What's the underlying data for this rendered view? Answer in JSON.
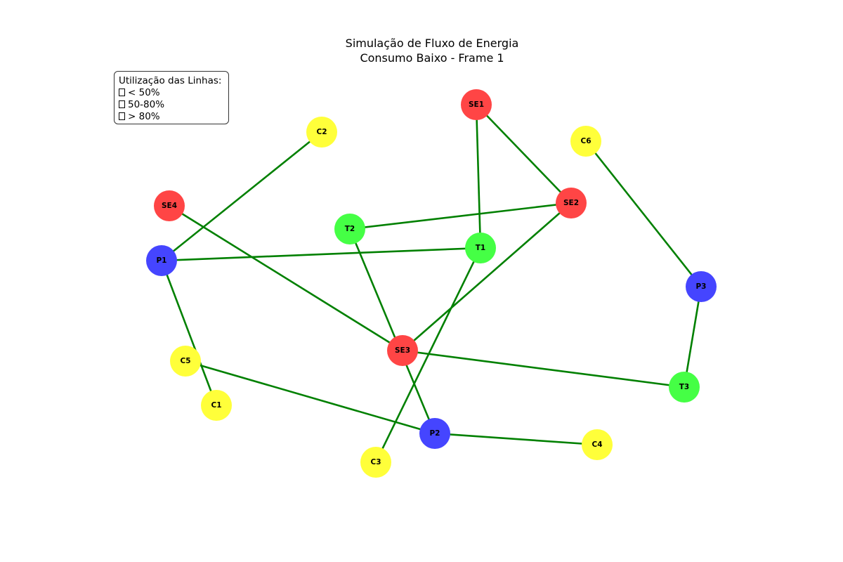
{
  "title": {
    "line1": "Simulação de Fluxo de Energia",
    "line2": "Consumo Baixo - Frame 1"
  },
  "legend": {
    "heading": "Utilização das Linhas:",
    "items": [
      "< 50%",
      "50-80%",
      "> 80%"
    ]
  },
  "colors": {
    "substation": "#ff4545",
    "transformer": "#45ff45",
    "producer": "#4545ff",
    "consumer": "#ffff3a",
    "edge_low": "#008000"
  },
  "nodes": [
    {
      "id": "SE1",
      "type": "substation"
    },
    {
      "id": "SE2",
      "type": "substation"
    },
    {
      "id": "SE3",
      "type": "substation"
    },
    {
      "id": "SE4",
      "type": "substation"
    },
    {
      "id": "T1",
      "type": "transformer"
    },
    {
      "id": "T2",
      "type": "transformer"
    },
    {
      "id": "T3",
      "type": "transformer"
    },
    {
      "id": "P1",
      "type": "producer"
    },
    {
      "id": "P2",
      "type": "producer"
    },
    {
      "id": "P3",
      "type": "producer"
    },
    {
      "id": "C1",
      "type": "consumer"
    },
    {
      "id": "C2",
      "type": "consumer"
    },
    {
      "id": "C3",
      "type": "consumer"
    },
    {
      "id": "C4",
      "type": "consumer"
    },
    {
      "id": "C5",
      "type": "consumer"
    },
    {
      "id": "C6",
      "type": "consumer"
    }
  ],
  "edges": [
    {
      "from": "SE1",
      "to": "T1",
      "load": "< 50%"
    },
    {
      "from": "SE1",
      "to": "SE2",
      "load": "< 50%"
    },
    {
      "from": "SE2",
      "to": "T2",
      "load": "< 50%"
    },
    {
      "from": "SE2",
      "to": "SE3",
      "load": "< 50%"
    },
    {
      "from": "SE4",
      "to": "SE3",
      "load": "< 50%"
    },
    {
      "from": "T2",
      "to": "P2",
      "load": "< 50%"
    },
    {
      "from": "T1",
      "to": "P1",
      "load": "< 50%"
    },
    {
      "from": "T1",
      "to": "C3",
      "load": "< 50%"
    },
    {
      "from": "C2",
      "to": "P1",
      "load": "< 50%"
    },
    {
      "from": "P1",
      "to": "C1",
      "load": "< 50%"
    },
    {
      "from": "C5",
      "to": "P2",
      "load": "< 50%"
    },
    {
      "from": "P2",
      "to": "C4",
      "load": "< 50%"
    },
    {
      "from": "SE3",
      "to": "T3",
      "load": "< 50%"
    },
    {
      "from": "T3",
      "to": "P3",
      "load": "< 50%"
    },
    {
      "from": "P3",
      "to": "C6",
      "load": "< 50%"
    }
  ]
}
